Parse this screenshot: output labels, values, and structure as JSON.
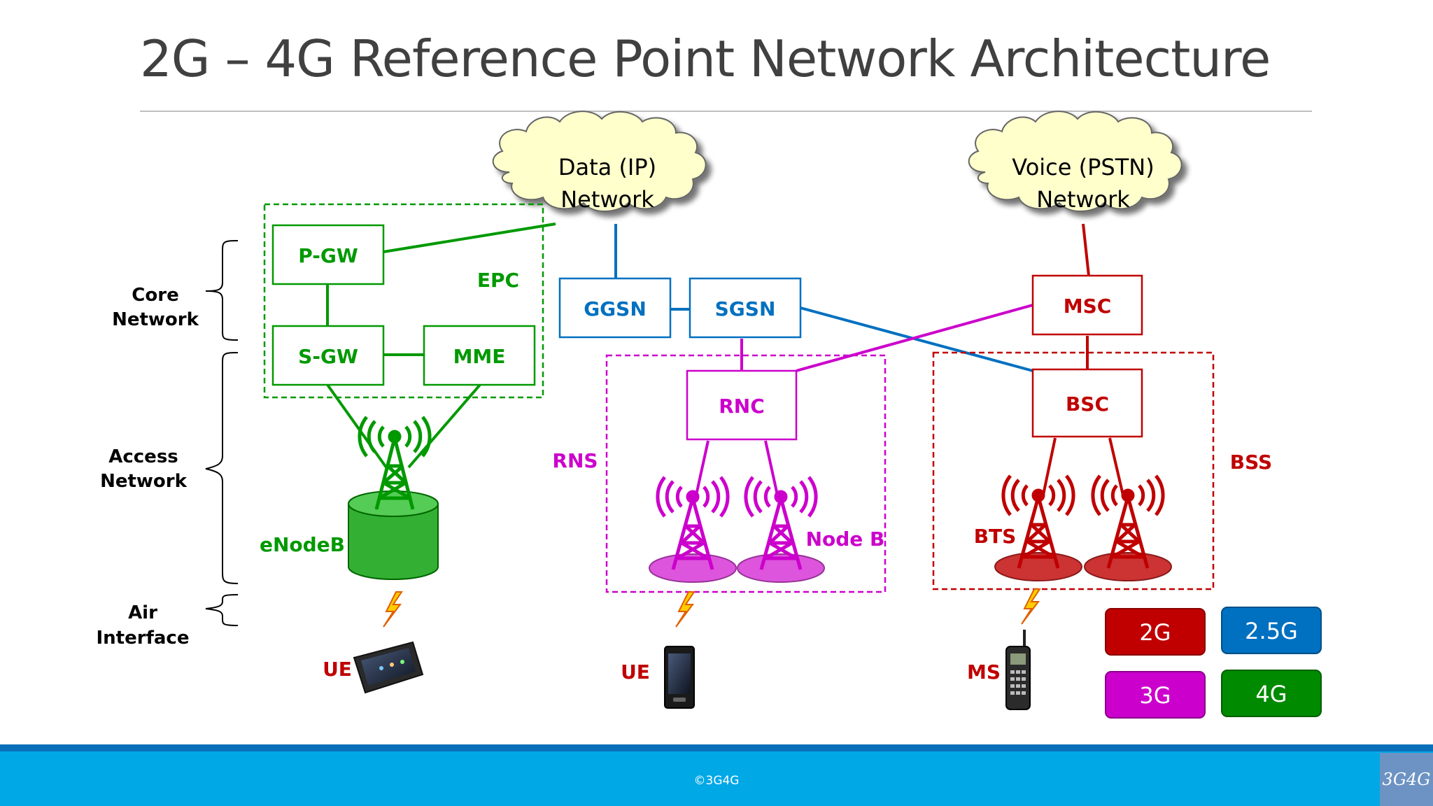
{
  "slide": {
    "title": "2G – 4G Reference Point Network Architecture",
    "footer": "©3G4G",
    "logo": "3G4G"
  },
  "colors": {
    "g2": "#c00000",
    "g25": "#0070c0",
    "g3": "#cc00cc",
    "g4": "#009900",
    "cloud": "#ffffcc"
  },
  "clouds": {
    "data": {
      "line1": "Data (IP)",
      "line2": "Network"
    },
    "voice": {
      "line1": "Voice (PSTN)",
      "line2": "Network"
    }
  },
  "brackets": {
    "core": {
      "line1": "Core",
      "line2": "Network"
    },
    "access": {
      "line1": "Access",
      "line2": "Network"
    },
    "air": {
      "line1": "Air",
      "line2": "Interface"
    }
  },
  "nodes": {
    "pgw": "P-GW",
    "sgw": "S-GW",
    "mme": "MME",
    "ggsn": "GGSN",
    "sgsn": "SGSN",
    "rnc": "RNC",
    "msc": "MSC",
    "bsc": "BSC"
  },
  "groups": {
    "epc": "EPC",
    "rns": "RNS",
    "bss": "BSS"
  },
  "radio": {
    "enodeb": "eNodeB",
    "nodeb": "Node B",
    "bts": "BTS"
  },
  "devices": {
    "ue_lte": "UE",
    "ue_umts": "UE",
    "ms": "MS"
  },
  "legend": [
    {
      "label": "2G",
      "color": "#c00000"
    },
    {
      "label": "2.5G",
      "color": "#0070c0"
    },
    {
      "label": "3G",
      "color": "#cc00cc"
    },
    {
      "label": "4G",
      "color": "#009900"
    }
  ]
}
